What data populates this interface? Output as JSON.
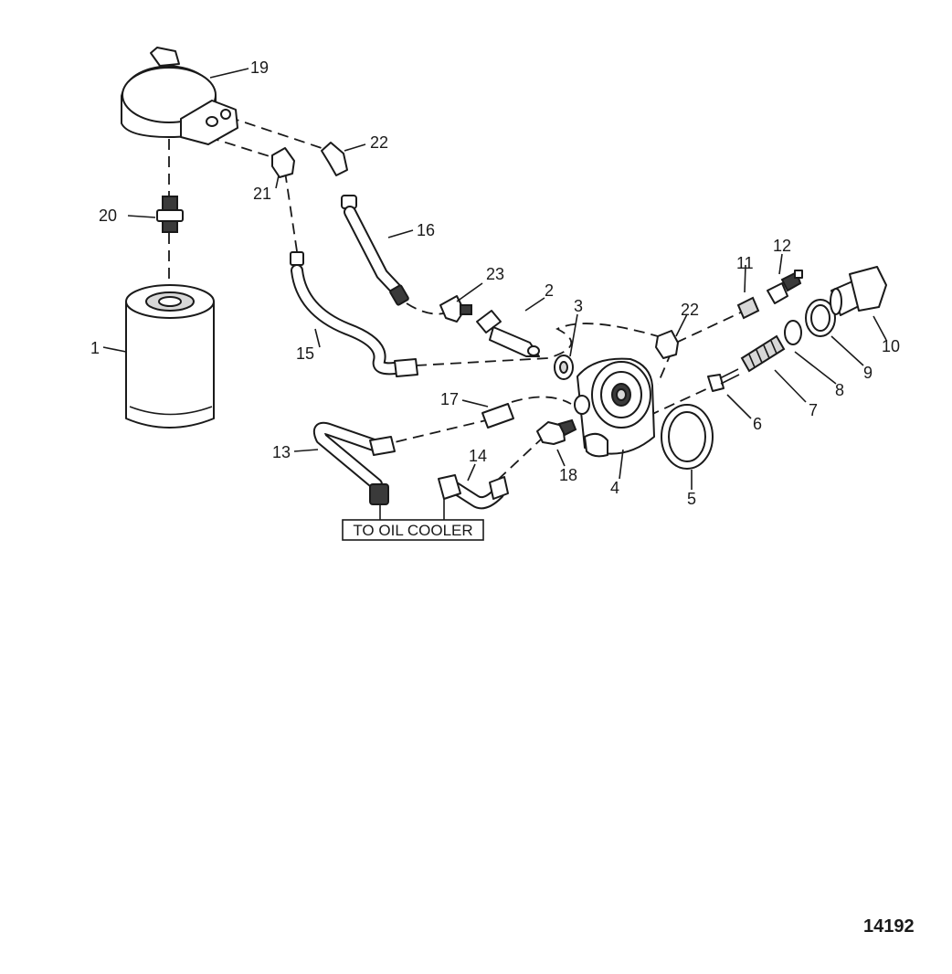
{
  "figure_number": "14192",
  "box_label": "TO OIL COOLER",
  "callouts": {
    "c1": "1",
    "c2": "2",
    "c3": "3",
    "c4": "4",
    "c5": "5",
    "c6": "6",
    "c7": "7",
    "c8": "8",
    "c9": "9",
    "c10": "10",
    "c11": "11",
    "c12": "12",
    "c13": "13",
    "c14": "14",
    "c15": "15",
    "c16": "16",
    "c17": "17",
    "c18": "18",
    "c19": "19",
    "c20": "20",
    "c21": "21",
    "c22a": "22",
    "c22b": "22",
    "c23": "23"
  }
}
